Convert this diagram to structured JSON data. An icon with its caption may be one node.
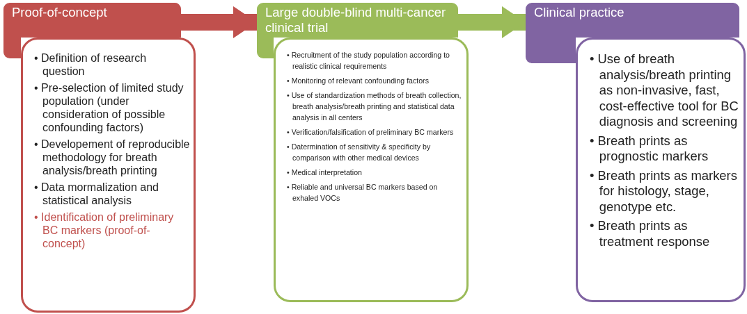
{
  "diagram": {
    "nodes": [
      {
        "text": [
          "Proof-of-concept"
        ]
      },
      {
        "text": [
          "• Definition of research question",
          "• Pre-selection of limited study population (under consideration of possible confounding factors)",
          "• Developement of reproducible methodology for breath analysis/breath printing",
          "• Data mormalization and statistical analysis",
          "• Identification of preliminary BC markers (proof-of-concept)"
        ]
      },
      {
        "text": [
          "Large double-blind multi-cancer clinical trial"
        ]
      },
      {
        "text": [
          "• Recruitment of the study population according to realistic clinical requirements",
          "• Monitoring of relevant confounding factors",
          "• Use of standardization methods of breath collection, breath analysis/breath printing and statistical data analysis in all centers",
          "• Verification/falsification of preliminary BC markers",
          "• Datermination of sensitivity & specificity by comparison with other medical devices",
          "• Medical interpretation",
          "• Reliable and universal BC markers based on exhaled VOCs"
        ]
      },
      {
        "text": [
          "Clinical practice"
        ]
      },
      {
        "text": [
          "• Use of breath analysis/breath printing as non-invasive, fast, cost-effective tool for BC diagnosis and screening",
          "• Breath prints as prognostic markers",
          "• Breath prints as markers for histology, stage, genotype etc.",
          "• Breath prints as treatment response"
        ]
      }
    ],
    "edges": [
      {
        "from": 0,
        "to": 2,
        "arrow": "to",
        "color": "#c0504d"
      },
      {
        "from": 2,
        "to": 4,
        "arrow": "to",
        "color": "#9bbb59"
      }
    ]
  }
}
